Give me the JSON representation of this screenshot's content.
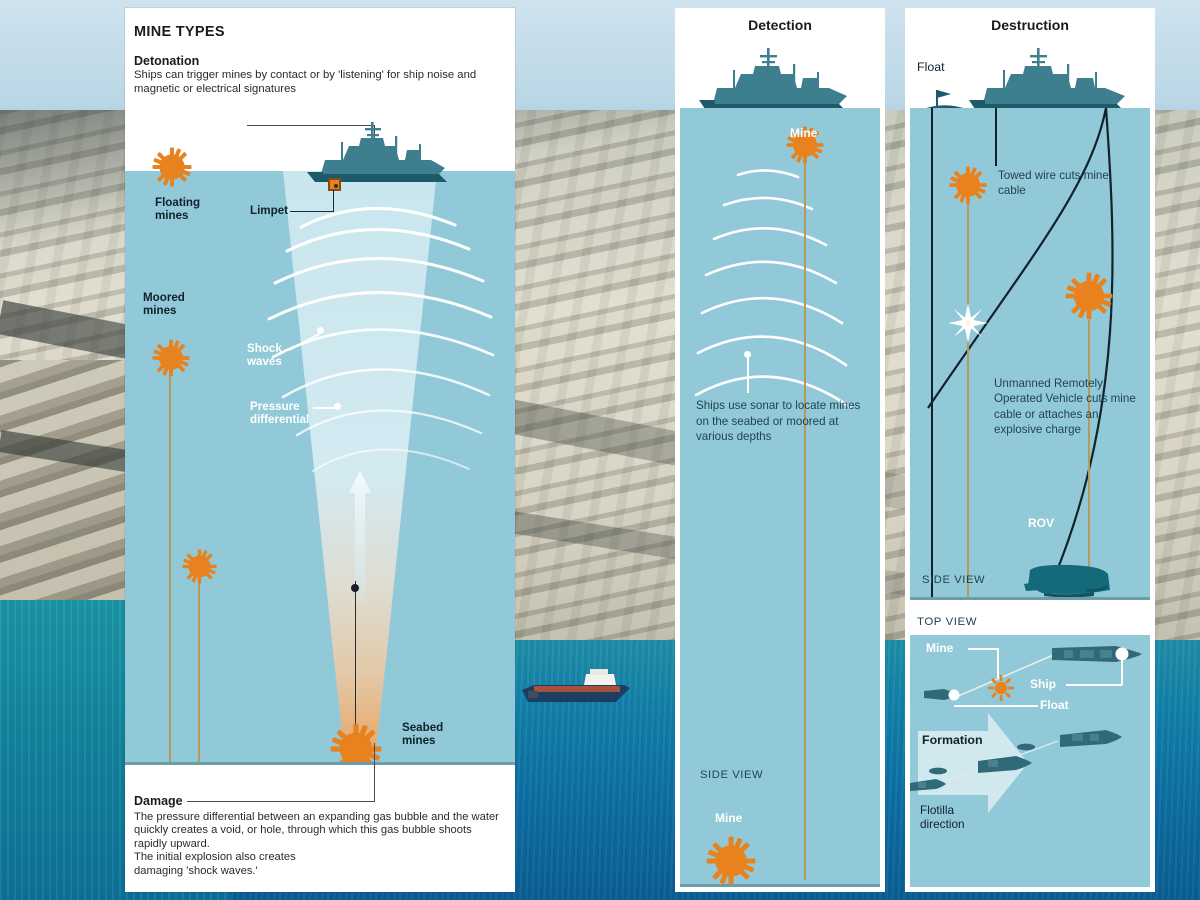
{
  "background": {
    "description": "coastal cliffs and sea photograph",
    "cargo_ship": "cargo-ship"
  },
  "colors": {
    "water": "#92c9d8",
    "mine_orange": "#e8821e",
    "ship_teal": "#3d7f8e",
    "ship_hull_dark": "#1d5a6a",
    "cable_tan": "#b59a5e",
    "panel_white": "#ffffff",
    "text_dark": "#1b1b1b",
    "text_water": "#24424f",
    "deep_sea": "#0d6fa3"
  },
  "mine_types": {
    "title": "MINE TYPES",
    "detonation": {
      "heading": "Detonation",
      "body": "Ships can trigger mines by contact or by 'listening' for ship noise and magnetic or electrical signatures"
    },
    "labels": {
      "floating_mines": "Floating\nmines",
      "moored_mines": "Moored\nmines",
      "seabed_mines": "Seabed\nmines",
      "limpet": "Limpet",
      "shock_waves": "Shock\nwaves",
      "pressure_differential": "Pressure\ndifferential"
    },
    "damage": {
      "heading": "Damage",
      "body_line1": "The pressure differential between an expanding gas bubble and the",
      "body_line2": "water quickly creates a void, or hole, through which this gas bubble",
      "body_line3": "shoots rapidly upward.",
      "body_line4": "The initial explosion also creates",
      "body_line5": "damaging 'shock waves.'"
    }
  },
  "detection": {
    "title": "Detection",
    "mine_label_top": "Mine",
    "body": "Ships use sonar to locate mines on the seabed or moored at various depths",
    "side_view_tag": "SIDE VIEW",
    "mine_label_bottom": "Mine"
  },
  "destruction": {
    "title": "Destruction",
    "float_label": "Float",
    "towed_wire_text": "Towed wire cuts mine cable",
    "rov_text": "Unmanned Remotely Operated Vehicle cuts mine cable or attaches an explosive charge",
    "rov_label": "ROV",
    "side_view_tag": "SIDE VIEW",
    "top_view_tag": "TOP VIEW",
    "top_view": {
      "mine_label": "Mine",
      "ship_label": "Ship",
      "float_label": "Float"
    },
    "formation": {
      "title": "Formation",
      "flotilla_label": "Flotilla\ndirection"
    }
  },
  "icons": {
    "mine": "naval-mine-icon",
    "warship": "warship-icon",
    "rov": "rov-vehicle-icon",
    "float": "float-buoy-icon",
    "explosion": "explosion-starburst-icon",
    "arrow_up": "arrow-up-icon",
    "arrow_direction": "direction-arrow-icon"
  }
}
